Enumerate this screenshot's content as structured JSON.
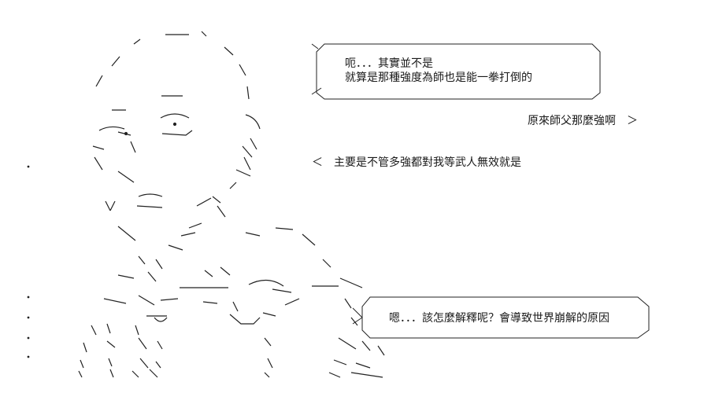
{
  "bubble_top": {
    "line1": "呃．．．其實並不是",
    "line2": "就算是那種強度為師也是能一拳打倒的"
  },
  "side_text": "原來師父那麼強啊　＞",
  "middle_text": "＜　主要是不管多強都對我等武人無效就是",
  "bubble_bottom": {
    "line1": "嗯．．．該怎麼解釋呢？會導致世界崩解的原因"
  }
}
